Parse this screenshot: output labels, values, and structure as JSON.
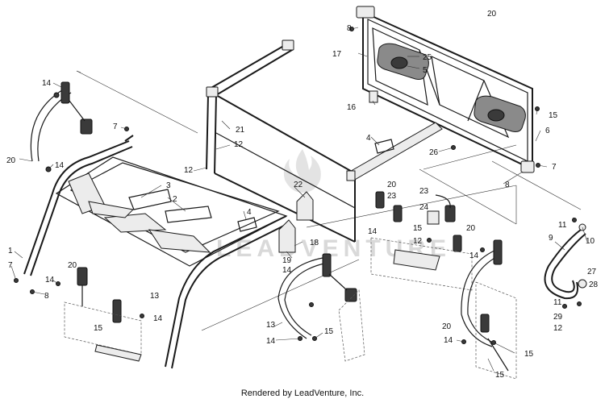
{
  "callouts": [
    {
      "id": "c1",
      "text": "1"
    },
    {
      "id": "c2",
      "text": "2"
    },
    {
      "id": "c3",
      "text": "3"
    },
    {
      "id": "c4a",
      "text": "4"
    },
    {
      "id": "c4b",
      "text": "4"
    },
    {
      "id": "c5",
      "text": "5"
    },
    {
      "id": "c6",
      "text": "6"
    },
    {
      "id": "c7a",
      "text": "7"
    },
    {
      "id": "c7b",
      "text": "7"
    },
    {
      "id": "c7c",
      "text": "7"
    },
    {
      "id": "c8a",
      "text": "8"
    },
    {
      "id": "c8b",
      "text": "8"
    },
    {
      "id": "c8c",
      "text": "8"
    },
    {
      "id": "c9",
      "text": "9"
    },
    {
      "id": "c10",
      "text": "10"
    },
    {
      "id": "c11a",
      "text": "11"
    },
    {
      "id": "c11b",
      "text": "11"
    },
    {
      "id": "c12a",
      "text": "12"
    },
    {
      "id": "c12b",
      "text": "12"
    },
    {
      "id": "c12c",
      "text": "12"
    },
    {
      "id": "c12d",
      "text": "12"
    },
    {
      "id": "c13a",
      "text": "13"
    },
    {
      "id": "c13b",
      "text": "13"
    },
    {
      "id": "c14a",
      "text": "14"
    },
    {
      "id": "c14b",
      "text": "14"
    },
    {
      "id": "c14c",
      "text": "14"
    },
    {
      "id": "c14d",
      "text": "14"
    },
    {
      "id": "c14e",
      "text": "14"
    },
    {
      "id": "c14f",
      "text": "14"
    },
    {
      "id": "c14g",
      "text": "14"
    },
    {
      "id": "c14h",
      "text": "14"
    },
    {
      "id": "c14i",
      "text": "14"
    },
    {
      "id": "c15a",
      "text": "15"
    },
    {
      "id": "c15b",
      "text": "15"
    },
    {
      "id": "c15c",
      "text": "15"
    },
    {
      "id": "c15d",
      "text": "15"
    },
    {
      "id": "c15e",
      "text": "15"
    },
    {
      "id": "c15f",
      "text": "15"
    },
    {
      "id": "c16",
      "text": "16"
    },
    {
      "id": "c17",
      "text": "17"
    },
    {
      "id": "c18",
      "text": "18"
    },
    {
      "id": "c19",
      "text": "19"
    },
    {
      "id": "c20a",
      "text": "20"
    },
    {
      "id": "c20b",
      "text": "20"
    },
    {
      "id": "c20c",
      "text": "20"
    },
    {
      "id": "c20d",
      "text": "20"
    },
    {
      "id": "c20e",
      "text": "20"
    },
    {
      "id": "c20f",
      "text": "20"
    },
    {
      "id": "c21",
      "text": "21"
    },
    {
      "id": "c22",
      "text": "22"
    },
    {
      "id": "c23a",
      "text": "23"
    },
    {
      "id": "c23b",
      "text": "23"
    },
    {
      "id": "c24",
      "text": "24"
    },
    {
      "id": "c25",
      "text": "25"
    },
    {
      "id": "c26",
      "text": "26"
    },
    {
      "id": "c27",
      "text": "27"
    },
    {
      "id": "c28",
      "text": "28"
    },
    {
      "id": "c29",
      "text": "29"
    }
  ],
  "watermark": "LEADVENTURE",
  "footer": "Rendered by LeadVenture, Inc."
}
